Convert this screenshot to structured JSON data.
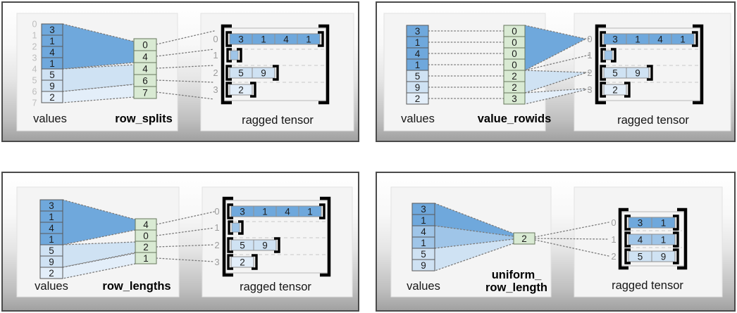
{
  "colors": {
    "dark": "#6fa8dc",
    "mid": "#9fc5e8",
    "light": "#cfe2f3",
    "xlight": "#e3eef9",
    "green": "#d9ead3"
  },
  "panels": [
    {
      "name": "row_splits",
      "values_label": "values",
      "partition_label": "row_splits",
      "tensor_label": "ragged tensor",
      "values": [
        3,
        1,
        4,
        1,
        5,
        9,
        2
      ],
      "value_shades": [
        "dark",
        "dark",
        "dark",
        "dark",
        "light",
        "light",
        "xlight"
      ],
      "value_indices": [
        0,
        1,
        2,
        3,
        4,
        5,
        6,
        7
      ],
      "partition": [
        0,
        4,
        4,
        6,
        7
      ],
      "tensor_rows": [
        {
          "index": 0,
          "shade": "dark",
          "cells": [
            3,
            1,
            4,
            1
          ]
        },
        {
          "index": 1,
          "shade": "mid",
          "cells": []
        },
        {
          "index": 2,
          "shade": "light",
          "cells": [
            5,
            9
          ]
        },
        {
          "index": 3,
          "shade": "xlight",
          "cells": [
            2
          ]
        }
      ]
    },
    {
      "name": "value_rowids",
      "values_label": "values",
      "partition_label": "value_rowids",
      "tensor_label": "ragged tensor",
      "values": [
        3,
        1,
        4,
        1,
        5,
        9,
        2
      ],
      "value_shades": [
        "dark",
        "dark",
        "dark",
        "dark",
        "light",
        "light",
        "xlight"
      ],
      "partition": [
        0,
        0,
        0,
        0,
        2,
        2,
        3
      ],
      "tensor_rows": [
        {
          "index": 0,
          "shade": "dark",
          "cells": [
            3,
            1,
            4,
            1
          ]
        },
        {
          "index": 1,
          "shade": "mid",
          "cells": []
        },
        {
          "index": 2,
          "shade": "light",
          "cells": [
            5,
            9
          ]
        },
        {
          "index": 3,
          "shade": "xlight",
          "cells": [
            2
          ]
        }
      ]
    },
    {
      "name": "row_lengths",
      "values_label": "values",
      "partition_label": "row_lengths",
      "tensor_label": "ragged tensor",
      "values": [
        3,
        1,
        4,
        1,
        5,
        9,
        2
      ],
      "value_shades": [
        "dark",
        "dark",
        "dark",
        "dark",
        "light",
        "light",
        "xlight"
      ],
      "partition": [
        4,
        0,
        2,
        1
      ],
      "tensor_rows": [
        {
          "index": 0,
          "shade": "dark",
          "cells": [
            3,
            1,
            4,
            1
          ]
        },
        {
          "index": 1,
          "shade": "mid",
          "cells": []
        },
        {
          "index": 2,
          "shade": "light",
          "cells": [
            5,
            9
          ]
        },
        {
          "index": 3,
          "shade": "xlight",
          "cells": [
            2
          ]
        }
      ]
    },
    {
      "name": "uniform_row_length",
      "values_label": "values",
      "partition_label_lines": [
        "uniform_",
        "row_length"
      ],
      "tensor_label": "ragged tensor",
      "values": [
        3,
        1,
        4,
        1,
        5,
        9
      ],
      "value_shades": [
        "dark",
        "dark",
        "mid",
        "mid",
        "light",
        "light"
      ],
      "partition": [
        2
      ],
      "tensor_rows": [
        {
          "index": 0,
          "shade": "dark",
          "cells": [
            3,
            1
          ]
        },
        {
          "index": 1,
          "shade": "mid",
          "cells": [
            4,
            1
          ]
        },
        {
          "index": 2,
          "shade": "light",
          "cells": [
            5,
            9
          ]
        }
      ]
    }
  ]
}
